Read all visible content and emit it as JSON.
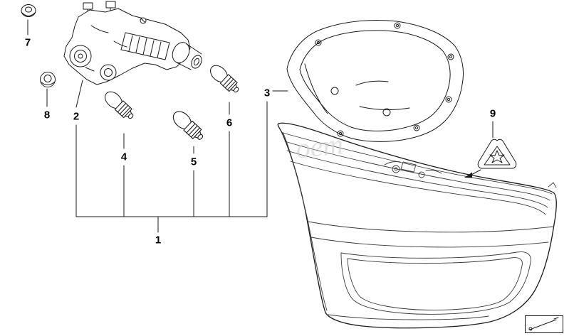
{
  "page": {
    "background": "#ffffff",
    "type": "exploded-parts-diagram",
    "subject": "rear tail light assembly"
  },
  "colors": {
    "line": "#1a1a1a",
    "secondary_line": "#3a3a3a",
    "watermark": "#cccccc"
  },
  "watermark": {
    "text": "oem"
  },
  "callouts": {
    "c1": "1",
    "c2": "2",
    "c3": "3",
    "c4": "4",
    "c5": "5",
    "c6": "6",
    "c7": "7",
    "c8": "8",
    "c9": "9"
  },
  "icons": {
    "warning_triangle": "warning-triangle-icon",
    "locator_box": "diagram-locator-icon"
  }
}
